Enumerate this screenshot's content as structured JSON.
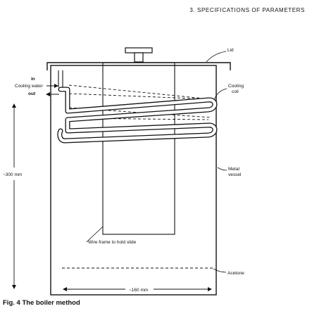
{
  "header": {
    "section_title": "3. SPECIFICATIONS OF PARAMETERS"
  },
  "diagram": {
    "labels": {
      "lid": "Lid",
      "cooling_coil_line1": "Cooling",
      "cooling_coil_line2": "coil",
      "metal_vessel_line1": "Metal",
      "metal_vessel_line2": "vessel",
      "acetone": "Acetone",
      "wire_frame": "Wire frame to hold slide",
      "in": "in",
      "cooling_water": "Cooling water",
      "out": "out",
      "height_dim": "~300 mm",
      "width_dim": "~160 mm"
    }
  },
  "caption": {
    "text": "Fig. 4  The boiler method"
  }
}
